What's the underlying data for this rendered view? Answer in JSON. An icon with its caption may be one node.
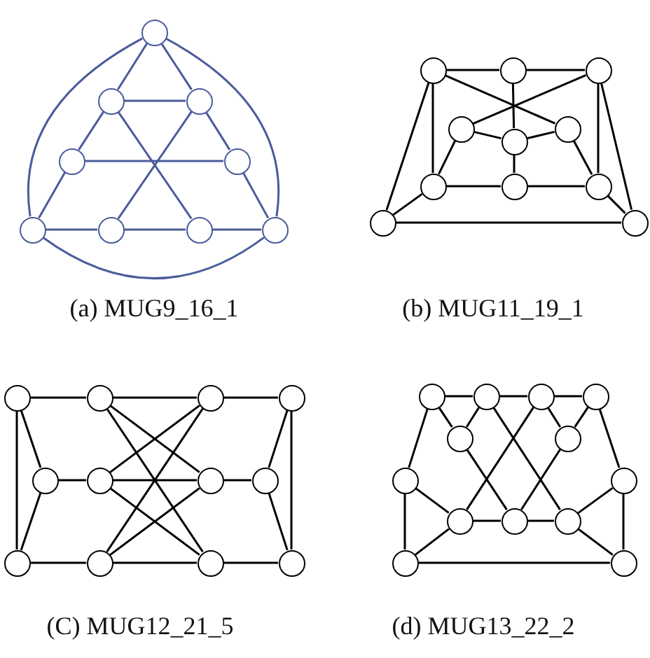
{
  "diagram": {
    "nodes": [
      {
        "text": [],
        "shape": "circle"
      },
      {
        "text": [],
        "shape": "circle"
      },
      {
        "text": [],
        "shape": "circle"
      },
      {
        "text": [],
        "shape": "circle"
      },
      {
        "text": [],
        "shape": "circle"
      },
      {
        "text": [],
        "shape": "circle"
      },
      {
        "text": [],
        "shape": "circle"
      },
      {
        "text": [],
        "shape": "circle"
      },
      {
        "text": [],
        "shape": "circle"
      },
      {
        "text": [],
        "shape": "circle"
      },
      {
        "text": [],
        "shape": "circle"
      },
      {
        "text": [],
        "shape": "circle"
      },
      {
        "text": [],
        "shape": "circle"
      },
      {
        "text": [],
        "shape": "circle"
      },
      {
        "text": [],
        "shape": "circle"
      },
      {
        "text": [],
        "shape": "circle"
      },
      {
        "text": [],
        "shape": "circle"
      },
      {
        "text": [],
        "shape": "circle"
      },
      {
        "text": [],
        "shape": "circle"
      },
      {
        "text": [],
        "shape": "circle"
      },
      {
        "text": [],
        "shape": "circle"
      },
      {
        "text": [],
        "shape": "circle"
      },
      {
        "text": [],
        "shape": "circle"
      },
      {
        "text": [],
        "shape": "circle"
      },
      {
        "text": [],
        "shape": "circle"
      },
      {
        "text": [],
        "shape": "circle"
      },
      {
        "text": [],
        "shape": "circle"
      },
      {
        "text": [],
        "shape": "circle"
      },
      {
        "text": [],
        "shape": "circle"
      },
      {
        "text": [],
        "shape": "circle"
      },
      {
        "text": [],
        "shape": "circle"
      },
      {
        "text": [],
        "shape": "circle"
      },
      {
        "text": [],
        "shape": "circle"
      },
      {
        "text": [],
        "shape": "circle"
      },
      {
        "text": [],
        "shape": "circle"
      },
      {
        "text": [],
        "shape": "circle"
      },
      {
        "text": [],
        "shape": "circle"
      },
      {
        "text": [],
        "shape": "circle"
      },
      {
        "text": [],
        "shape": "circle"
      },
      {
        "text": [],
        "shape": "circle"
      },
      {
        "text": [],
        "shape": "circle"
      },
      {
        "text": [],
        "shape": "circle"
      },
      {
        "text": [],
        "shape": "circle"
      },
      {
        "text": [],
        "shape": "circle"
      },
      {
        "text": [],
        "shape": "circle"
      }
    ],
    "edges": [
      {
        "from": 0,
        "to": 1,
        "arrow": "none",
        "color": "#4b5b9b"
      },
      {
        "from": 0,
        "to": 2,
        "arrow": "none",
        "color": "#4b5b9b"
      },
      {
        "from": 1,
        "to": 2,
        "arrow": "none",
        "color": "#4b5b9b"
      },
      {
        "from": 1,
        "to": 3,
        "arrow": "none",
        "color": "#4b5b9b"
      },
      {
        "from": 2,
        "to": 4,
        "arrow": "none",
        "color": "#4b5b9b"
      },
      {
        "from": 3,
        "to": 4,
        "arrow": "none",
        "color": "#4b5b9b"
      },
      {
        "from": 1,
        "to": 7,
        "arrow": "none",
        "color": "#4b5b9b"
      },
      {
        "from": 2,
        "to": 6,
        "arrow": "none",
        "color": "#4b5b9b"
      },
      {
        "from": 3,
        "to": 5,
        "arrow": "none",
        "color": "#4b5b9b"
      },
      {
        "from": 4,
        "to": 8,
        "arrow": "none",
        "color": "#4b5b9b"
      },
      {
        "from": 5,
        "to": 6,
        "arrow": "none",
        "color": "#4b5b9b"
      },
      {
        "from": 6,
        "to": 7,
        "arrow": "none",
        "color": "#4b5b9b"
      },
      {
        "from": 7,
        "to": 8,
        "arrow": "none",
        "color": "#4b5b9b"
      },
      {
        "from": 0,
        "to": 5,
        "arrow": "none",
        "color": "#4b5b9b"
      },
      {
        "from": 0,
        "to": 8,
        "arrow": "none",
        "color": "#4b5b9b"
      },
      {
        "from": 5,
        "to": 8,
        "arrow": "none",
        "color": "#4b5b9b"
      },
      {
        "from": 9,
        "to": 10,
        "arrow": "none"
      },
      {
        "from": 10,
        "to": 11,
        "arrow": "none"
      },
      {
        "from": 9,
        "to": 14,
        "arrow": "none"
      },
      {
        "from": 11,
        "to": 12,
        "arrow": "none"
      },
      {
        "from": 10,
        "to": 13,
        "arrow": "none"
      },
      {
        "from": 12,
        "to": 13,
        "arrow": "none"
      },
      {
        "from": 13,
        "to": 14,
        "arrow": "none"
      },
      {
        "from": 13,
        "to": 16,
        "arrow": "none"
      },
      {
        "from": 9,
        "to": 15,
        "arrow": "none"
      },
      {
        "from": 12,
        "to": 15,
        "arrow": "none"
      },
      {
        "from": 11,
        "to": 17,
        "arrow": "none"
      },
      {
        "from": 14,
        "to": 17,
        "arrow": "none"
      },
      {
        "from": 15,
        "to": 16,
        "arrow": "none"
      },
      {
        "from": 16,
        "to": 17,
        "arrow": "none"
      },
      {
        "from": 9,
        "to": 18,
        "arrow": "none"
      },
      {
        "from": 11,
        "to": 19,
        "arrow": "none"
      },
      {
        "from": 18,
        "to": 15,
        "arrow": "none"
      },
      {
        "from": 19,
        "to": 17,
        "arrow": "none"
      },
      {
        "from": 18,
        "to": 19,
        "arrow": "none"
      },
      {
        "from": 20,
        "to": 21,
        "arrow": "none"
      },
      {
        "from": 21,
        "to": 22,
        "arrow": "none"
      },
      {
        "from": 22,
        "to": 23,
        "arrow": "none"
      },
      {
        "from": 20,
        "to": 28,
        "arrow": "none"
      },
      {
        "from": 20,
        "to": 24,
        "arrow": "none"
      },
      {
        "from": 24,
        "to": 28,
        "arrow": "none"
      },
      {
        "from": 24,
        "to": 25,
        "arrow": "none"
      },
      {
        "from": 25,
        "to": 26,
        "arrow": "none"
      },
      {
        "from": 26,
        "to": 27,
        "arrow": "none"
      },
      {
        "from": 23,
        "to": 27,
        "arrow": "none"
      },
      {
        "from": 27,
        "to": 31,
        "arrow": "none"
      },
      {
        "from": 23,
        "to": 31,
        "arrow": "none"
      },
      {
        "from": 28,
        "to": 29,
        "arrow": "none"
      },
      {
        "from": 29,
        "to": 30,
        "arrow": "none"
      },
      {
        "from": 30,
        "to": 31,
        "arrow": "none"
      },
      {
        "from": 21,
        "to": 26,
        "arrow": "none"
      },
      {
        "from": 21,
        "to": 30,
        "arrow": "none"
      },
      {
        "from": 22,
        "to": 25,
        "arrow": "none"
      },
      {
        "from": 22,
        "to": 29,
        "arrow": "none"
      },
      {
        "from": 25,
        "to": 30,
        "arrow": "none"
      },
      {
        "from": 29,
        "to": 26,
        "arrow": "none"
      },
      {
        "from": 32,
        "to": 33,
        "arrow": "none"
      },
      {
        "from": 33,
        "to": 34,
        "arrow": "none"
      },
      {
        "from": 34,
        "to": 35,
        "arrow": "none"
      },
      {
        "from": 32,
        "to": 36,
        "arrow": "none"
      },
      {
        "from": 33,
        "to": 36,
        "arrow": "none"
      },
      {
        "from": 34,
        "to": 37,
        "arrow": "none"
      },
      {
        "from": 35,
        "to": 37,
        "arrow": "none"
      },
      {
        "from": 32,
        "to": 38,
        "arrow": "none"
      },
      {
        "from": 35,
        "to": 39,
        "arrow": "none"
      },
      {
        "from": 36,
        "to": 41,
        "arrow": "none"
      },
      {
        "from": 33,
        "to": 42,
        "arrow": "none"
      },
      {
        "from": 34,
        "to": 40,
        "arrow": "none"
      },
      {
        "from": 37,
        "to": 41,
        "arrow": "none"
      },
      {
        "from": 38,
        "to": 40,
        "arrow": "none"
      },
      {
        "from": 38,
        "to": 43,
        "arrow": "none"
      },
      {
        "from": 40,
        "to": 43,
        "arrow": "none"
      },
      {
        "from": 40,
        "to": 41,
        "arrow": "none"
      },
      {
        "from": 41,
        "to": 42,
        "arrow": "none"
      },
      {
        "from": 42,
        "to": 39,
        "arrow": "none"
      },
      {
        "from": 42,
        "to": 44,
        "arrow": "none"
      },
      {
        "from": 39,
        "to": 44,
        "arrow": "none"
      },
      {
        "from": 43,
        "to": 44,
        "arrow": "none"
      }
    ],
    "labels": [
      "(a) MUG9_16_1",
      "(b) MUG11_19_1",
      "(C) MUG12_21_5",
      "(d) MUG13_22_2"
    ]
  }
}
